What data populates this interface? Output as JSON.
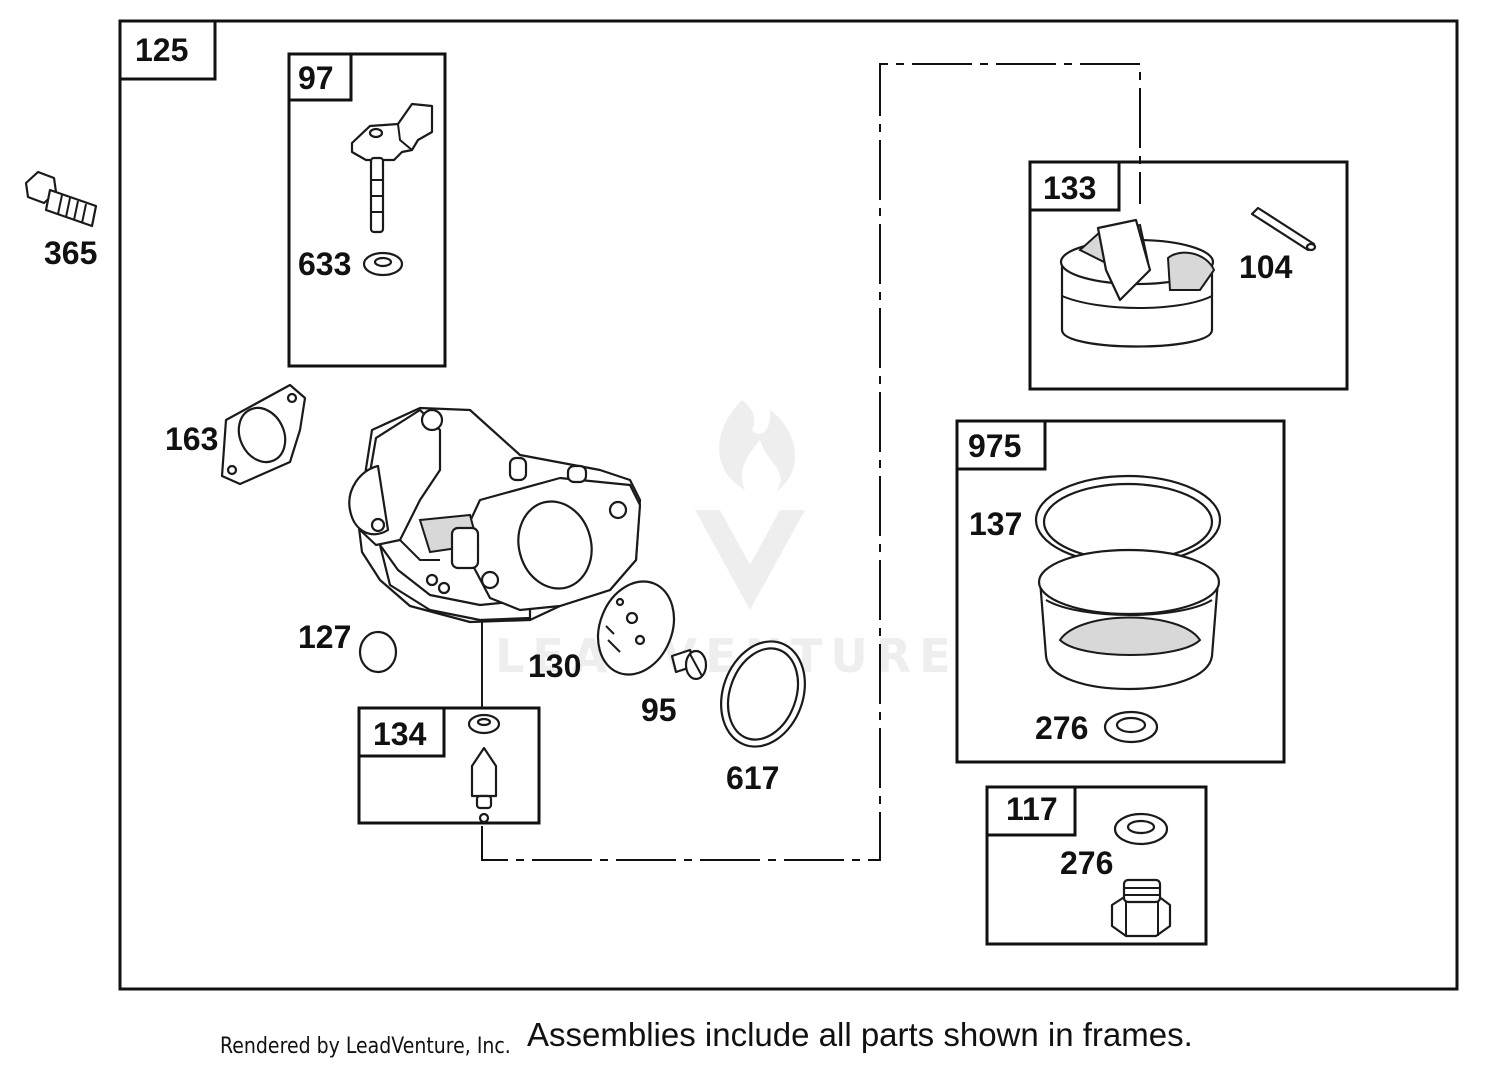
{
  "frames": {
    "main": "125",
    "throttle_shaft_kit": "97",
    "float_kit": "133",
    "bowl_kit": "975",
    "needle_kit": "134",
    "bowl_nut_kit": "117"
  },
  "parts": {
    "bolt": "365",
    "shaft_seal": "633",
    "intake_gasket": "163",
    "welch_plug": "127",
    "throttle_plate": "130",
    "plate_screw": "95",
    "o_ring": "617",
    "hinge_pin": "104",
    "bowl_gasket": "137",
    "bowl_washer": "276",
    "nut_washer": "276"
  },
  "watermark": "LEADVENTURE",
  "footer": {
    "rendered_by": "Rendered by LeadVenture, Inc.",
    "note": "Assemblies include all parts shown in frames."
  }
}
